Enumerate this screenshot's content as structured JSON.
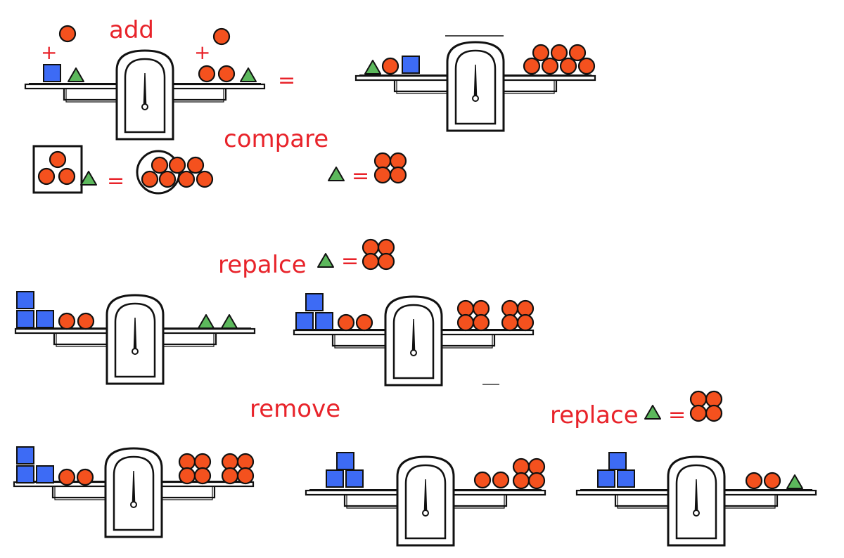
{
  "labels": {
    "add": "add",
    "plus": "+",
    "equals": "=",
    "compare": "compare",
    "repalce": "repalce",
    "remove": "remove",
    "replace": "replace"
  },
  "colors": {
    "label_red": "#e8232a",
    "orange": "#f4511e",
    "blue": "#3d6bf5",
    "green": "#5cb85c",
    "ink": "#111111"
  },
  "icons": [
    "balance-scale-icon",
    "orange-ball-icon",
    "blue-cube-icon",
    "green-triangle-icon"
  ]
}
